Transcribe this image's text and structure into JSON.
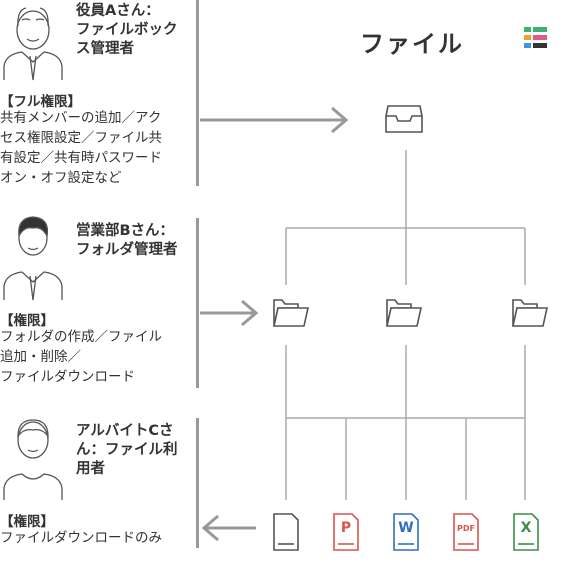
{
  "app": {
    "title": "ファイル"
  },
  "roles": [
    {
      "title": "役員Aさん：\nファイルボック\nス管理者",
      "perm_title": "【フル権限】",
      "perm_desc": "共有メンバーの追加／アク\nセス権限設定／ファイル共\n有設定／共有時パスワード\nオン・オフ設定など"
    },
    {
      "title": "営業部Bさん：\nフォルダ管理者",
      "perm_title": "【権限】",
      "perm_desc": "フォルダの作成／ファイル\n追加・削除／\nファイルダウンロード"
    },
    {
      "title": "アルバイトCさ\nん：ファイル利\n用者",
      "perm_title": "【権限】",
      "perm_desc": "ファイルダウンロードのみ"
    }
  ],
  "file_icons": {
    "ppt": "P",
    "word": "W",
    "pdf": "PDF",
    "excel": "X"
  },
  "colors": {
    "line": "#aaaaaa",
    "bar": "#999999",
    "ppt": "#d9534f",
    "word": "#2f6fc4",
    "pdf": "#d9534f",
    "excel": "#3a8e4a",
    "logo": [
      "#3cb371",
      "#f0a030",
      "#e05a8a",
      "#3a9ad9"
    ]
  }
}
